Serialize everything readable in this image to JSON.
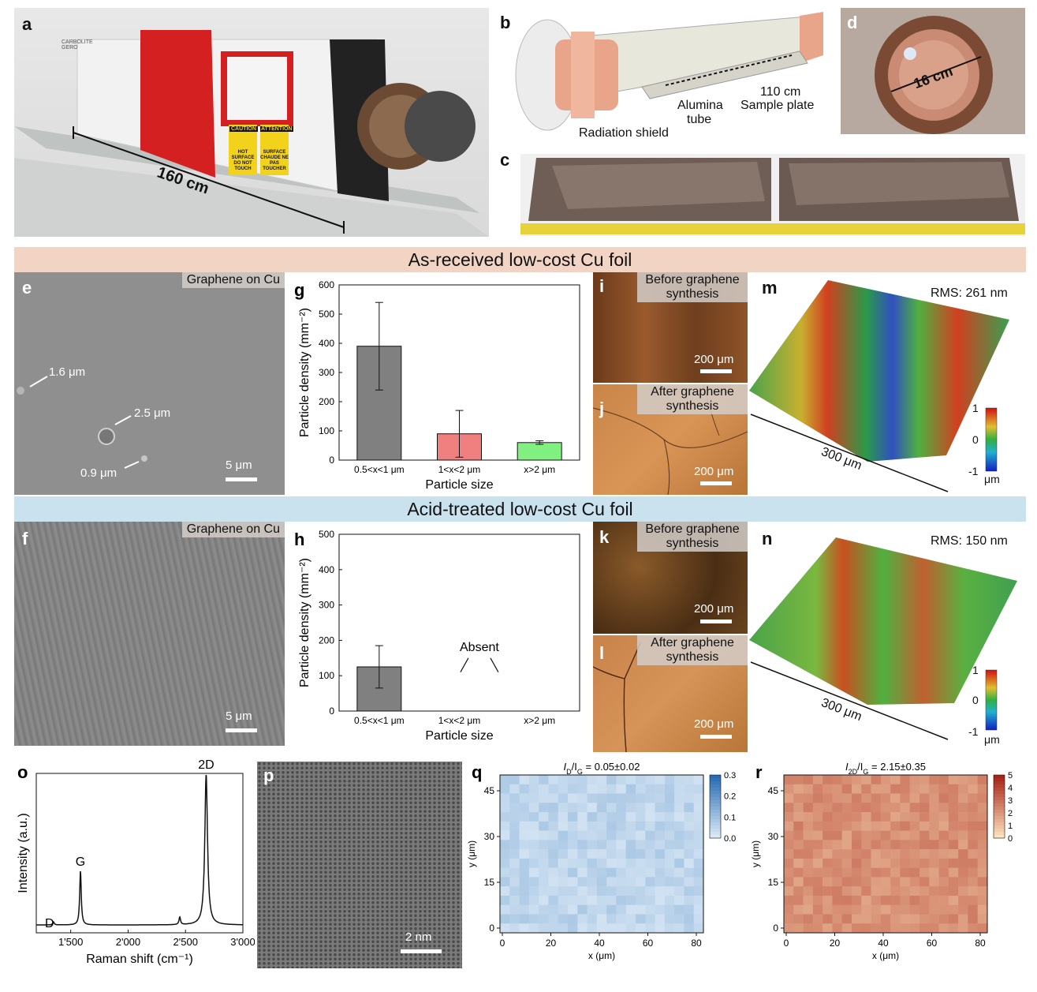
{
  "panels": {
    "a": {
      "label": "a",
      "dimension": "160 cm",
      "caution": "CAUTION",
      "attention": "ATTENTION",
      "caution_text": "HOT SURFACE DO NOT TOUCH",
      "attention_text": "SURFACE CHAUDE NE PAS TOUCHER",
      "brand": "CARBOLITE GERO"
    },
    "b": {
      "label": "b",
      "radiation_shield": "Radiation shield",
      "alumina": "Alumina",
      "tube": "tube",
      "plate_len": "110 cm",
      "plate": "Sample plate"
    },
    "c": {
      "label": "c"
    },
    "d": {
      "label": "d",
      "diameter": "16 cm"
    },
    "e": {
      "label": "e",
      "tag": "Graphene on Cu",
      "size1": "1.6 μm",
      "size2": "2.5 μm",
      "size3": "0.9 μm",
      "scale": "5 μm"
    },
    "f": {
      "label": "f",
      "tag": "Graphene on Cu",
      "scale": "5 μm"
    },
    "i": {
      "label": "i",
      "tag_l1": "Before graphene",
      "tag_l2": "synthesis",
      "scale": "200 μm"
    },
    "j": {
      "label": "j",
      "tag_l1": "After graphene",
      "tag_l2": "synthesis",
      "scale": "200 μm"
    },
    "k": {
      "label": "k",
      "tag_l1": "Before graphene",
      "tag_l2": "synthesis",
      "scale": "200 μm"
    },
    "l": {
      "label": "l",
      "tag_l1": "After graphene",
      "tag_l2": "synthesis",
      "scale": "200 μm"
    },
    "m": {
      "label": "m",
      "rms": "RMS: 261 nm",
      "length": "300 μm",
      "cb_max": "1",
      "cb_mid": "0",
      "cb_min": "-1",
      "cb_unit": "μm"
    },
    "n": {
      "label": "n",
      "rms": "RMS: 150 nm",
      "length": "300 μm",
      "cb_max": "1",
      "cb_mid": "0",
      "cb_min": "-1",
      "cb_unit": "μm"
    },
    "p": {
      "label": "p",
      "scale": "2 nm"
    }
  },
  "bands": {
    "top": "As-received low-cost Cu foil",
    "bottom": "Acid-treated low-cost Cu foil"
  },
  "chart_data": [
    {
      "id": "g",
      "type": "bar",
      "label": "g",
      "categories": [
        "0.5<x<1 μm",
        "1<x<2 μm",
        "x>2 μm"
      ],
      "values": [
        390,
        90,
        60
      ],
      "errors": [
        150,
        80,
        6
      ],
      "colors": [
        "#808080",
        "#f08080",
        "#80f080"
      ],
      "xlabel": "Particle size",
      "ylabel": "Particle density (mm⁻²)",
      "ylim": [
        0,
        600
      ],
      "yticks": [
        0,
        100,
        200,
        300,
        400,
        500,
        600
      ],
      "annotation": ""
    },
    {
      "id": "h",
      "type": "bar",
      "label": "h",
      "categories": [
        "0.5<x<1 μm",
        "1<x<2 μm",
        "x>2 μm"
      ],
      "values": [
        125,
        0,
        0
      ],
      "errors": [
        60,
        0,
        0
      ],
      "colors": [
        "#808080",
        "#f08080",
        "#80f080"
      ],
      "xlabel": "Particle size",
      "ylabel": "Particle density (mm⁻²)",
      "ylim": [
        0,
        500
      ],
      "yticks": [
        0,
        100,
        200,
        300,
        400,
        500
      ],
      "annotation": "Absent"
    },
    {
      "id": "o",
      "type": "line",
      "label": "o",
      "xlabel": "Raman shift (cm⁻¹)",
      "ylabel": "Intensity (a.u.)",
      "xlim": [
        1200,
        3000
      ],
      "xticks": [
        "1'500",
        "2'000",
        "2'500",
        "3'000"
      ],
      "xtick_values": [
        1500,
        2000,
        2500,
        3000
      ],
      "peaks": [
        {
          "name": "D",
          "x": 1350,
          "h": 0.02
        },
        {
          "name": "G",
          "x": 1585,
          "h": 0.36
        },
        {
          "name": "",
          "x": 2450,
          "h": 0.05
        },
        {
          "name": "2D",
          "x": 2680,
          "h": 1.0
        }
      ]
    },
    {
      "id": "q",
      "type": "heatmap",
      "label": "q",
      "title_main": "I",
      "title_sub1": "D",
      "title_mid": "/I",
      "title_sub2": "G",
      "title_val": " = 0.05±0.02",
      "xlabel": "x (μm)",
      "ylabel": "y (μm)",
      "xticks": [
        "0",
        "20",
        "40",
        "60",
        "80"
      ],
      "yticks": [
        "0",
        "15",
        "30",
        "45"
      ],
      "cbar_ticks": [
        "0.3",
        "0.2",
        "0.1",
        "0.0"
      ],
      "mean": 0.05,
      "std": 0.02,
      "vmin": 0,
      "vmax": 0.3,
      "cmap": "blues"
    },
    {
      "id": "r",
      "type": "heatmap",
      "label": "r",
      "title_main": "I",
      "title_sub1": "2D",
      "title_mid": "/I",
      "title_sub2": "G",
      "title_val": " = 2.15±0.35",
      "xlabel": "x (μm)",
      "ylabel": "y (μm)",
      "xticks": [
        "0",
        "20",
        "40",
        "60",
        "80"
      ],
      "yticks": [
        "0",
        "15",
        "30",
        "45"
      ],
      "cbar_ticks": [
        "5",
        "4",
        "3",
        "2",
        "1",
        "0"
      ],
      "mean": 2.15,
      "std": 0.35,
      "vmin": 0,
      "vmax": 5,
      "cmap": "reds"
    }
  ]
}
